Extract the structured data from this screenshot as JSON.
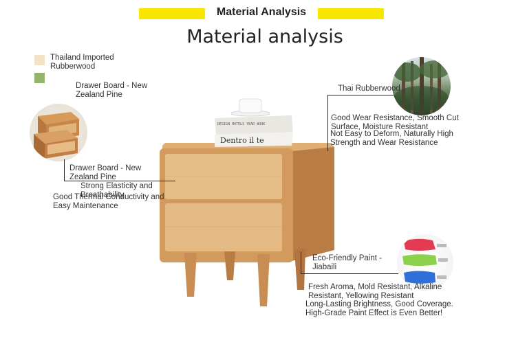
{
  "header": {
    "label": "Material Analysis",
    "title": "Material analysis",
    "bar_color": "#f7e600"
  },
  "legend": [
    {
      "label": "Thailand Imported Rubberwood",
      "color": "#f3e2c6"
    },
    {
      "label": "Drawer Board - New Zealand Pine",
      "color": "#93b56d"
    }
  ],
  "callouts": {
    "drawer": {
      "label": "Drawer Board - New Zealand Pine",
      "desc_1": "Strong Elasticity and Breathability",
      "desc_2": "Good Thermal Conductivity and Easy Maintenance"
    },
    "rubberwood": {
      "label": "Thai Rubberwood",
      "desc_1": "Good Wear Resistance, Smooth Cut Surface, Moisture Resistant",
      "desc_2": "Not Easy to Deform, Naturally High Strength and Wear Resistance"
    },
    "paint": {
      "label": "Eco-Friendly Paint - Jiabaili",
      "desc_1": "Fresh Aroma, Mold Resistant, Alkaline Resistant, Yellowing Resistant",
      "desc_2": "Long-Lasting Brightness, Good Coverage. High-Grade Paint Effect is Even Better!"
    }
  },
  "books": {
    "top_title": "DESIGN HOTELS YEAR BOOK",
    "bottom_title": "Dentro il te"
  }
}
